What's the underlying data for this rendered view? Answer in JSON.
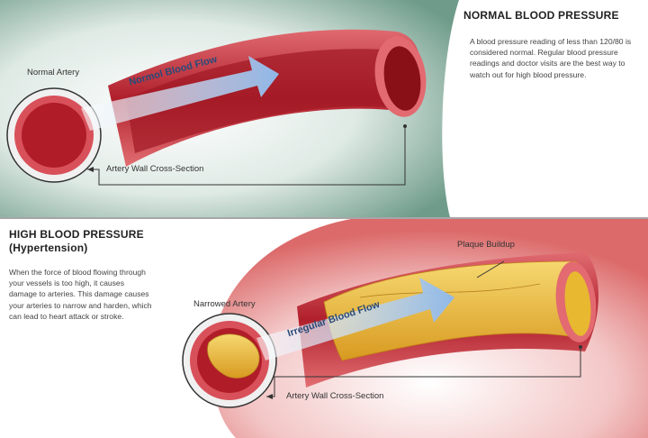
{
  "normal": {
    "title": "NORMAL BLOOD PRESSURE",
    "description": "A blood pressure reading of less than 120/80 is considered normal. Regular blood pressure readings and doctor visits are the best way to watch out for high blood pressure.",
    "artery_label": "Normal Artery",
    "flow_label": "Normol Blood Flow",
    "cross_section_label": "Artery Wall Cross-Section"
  },
  "high": {
    "title": "HIGH BLOOD PRESSURE",
    "subtitle": "(Hypertension)",
    "description": "When the force of blood flowing through your vessels is too high, it causes damage to arteries. This damage causes your arteries to narrow and harden, which can lead to heart attack or stroke.",
    "artery_label": "Narrowed Artery",
    "flow_label": "Irregular Blood Flow",
    "plaque_label": "Plaque Buildup",
    "cross_section_label": "Artery Wall Cross-Section"
  },
  "colors": {
    "normal_bg": "#7fa898",
    "high_bg": "#e07070",
    "artery": "#c0303a",
    "plaque": "#e8b830",
    "flow_arrow": "#a8c8ec"
  }
}
